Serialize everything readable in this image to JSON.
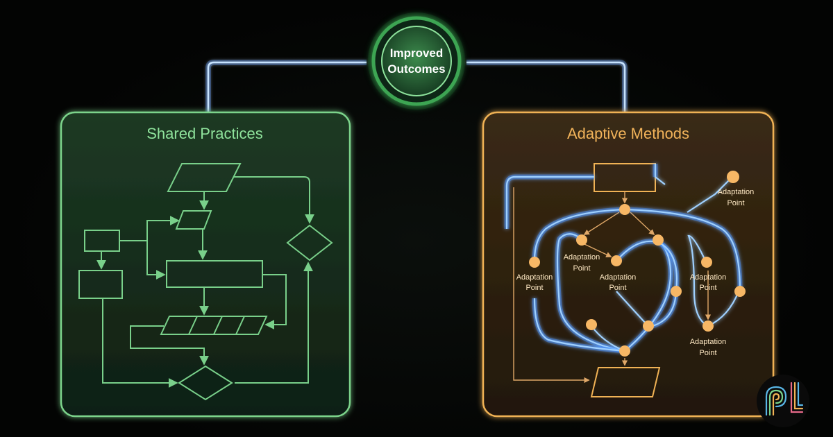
{
  "hub": {
    "line1": "Improved",
    "line2": "Outcomes"
  },
  "left_panel": {
    "title": "Shared Practices"
  },
  "right_panel": {
    "title": "Adaptive Methods",
    "adaptation_labels": [
      {
        "line1": "Adaptation",
        "line2": "Point"
      },
      {
        "line1": "Adaptation",
        "line2": "Point"
      },
      {
        "line1": "Adaptation",
        "line2": "Point"
      },
      {
        "line1": "Adaptation",
        "line2": "Point"
      },
      {
        "line1": "Adaptation",
        "line2": "Point"
      },
      {
        "line1": "Adaptation",
        "line2": "Point"
      }
    ]
  },
  "logo": {
    "icon": "pl-logo-icon"
  },
  "colors": {
    "green": "#79d08a",
    "orange": "#f0b255",
    "blue": "#8fc8ff",
    "node": "#f7b765"
  }
}
